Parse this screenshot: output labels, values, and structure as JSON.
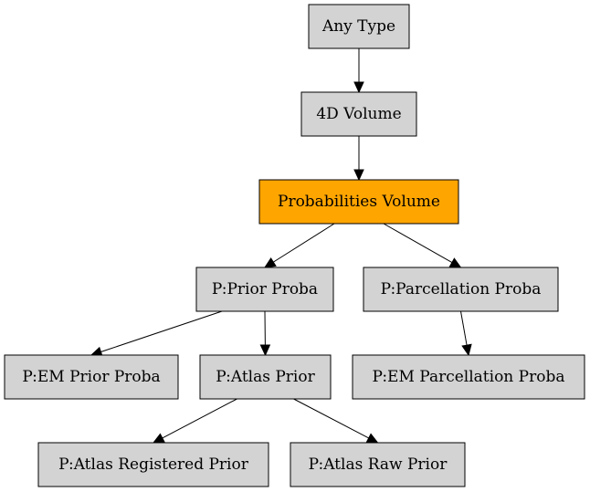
{
  "colors": {
    "default_fill": "#d3d3d3",
    "highlight_fill": "#ffa500",
    "border": "#000000",
    "edge": "#000000"
  },
  "nodes": [
    {
      "id": "any-type",
      "label": "Any Type",
      "highlight": false
    },
    {
      "id": "4d-volume",
      "label": "4D Volume",
      "highlight": false
    },
    {
      "id": "probabilities-volume",
      "label": "Probabilities Volume",
      "highlight": true
    },
    {
      "id": "prior-proba",
      "label": "P:Prior Proba",
      "highlight": false
    },
    {
      "id": "parcellation-proba",
      "label": "P:Parcellation Proba",
      "highlight": false
    },
    {
      "id": "em-prior-proba",
      "label": "P:EM Prior Proba",
      "highlight": false
    },
    {
      "id": "atlas-prior",
      "label": "P:Atlas Prior",
      "highlight": false
    },
    {
      "id": "em-parcellation-proba",
      "label": "P:EM Parcellation Proba",
      "highlight": false
    },
    {
      "id": "atlas-registered-prior",
      "label": "P:Atlas Registered Prior",
      "highlight": false
    },
    {
      "id": "atlas-raw-prior",
      "label": "P:Atlas Raw Prior",
      "highlight": false
    }
  ],
  "edges": [
    {
      "from": "any-type",
      "to": "4d-volume"
    },
    {
      "from": "4d-volume",
      "to": "probabilities-volume"
    },
    {
      "from": "probabilities-volume",
      "to": "prior-proba"
    },
    {
      "from": "probabilities-volume",
      "to": "parcellation-proba"
    },
    {
      "from": "prior-proba",
      "to": "em-prior-proba"
    },
    {
      "from": "prior-proba",
      "to": "atlas-prior"
    },
    {
      "from": "parcellation-proba",
      "to": "em-parcellation-proba"
    },
    {
      "from": "atlas-prior",
      "to": "atlas-registered-prior"
    },
    {
      "from": "atlas-prior",
      "to": "atlas-raw-prior"
    }
  ]
}
